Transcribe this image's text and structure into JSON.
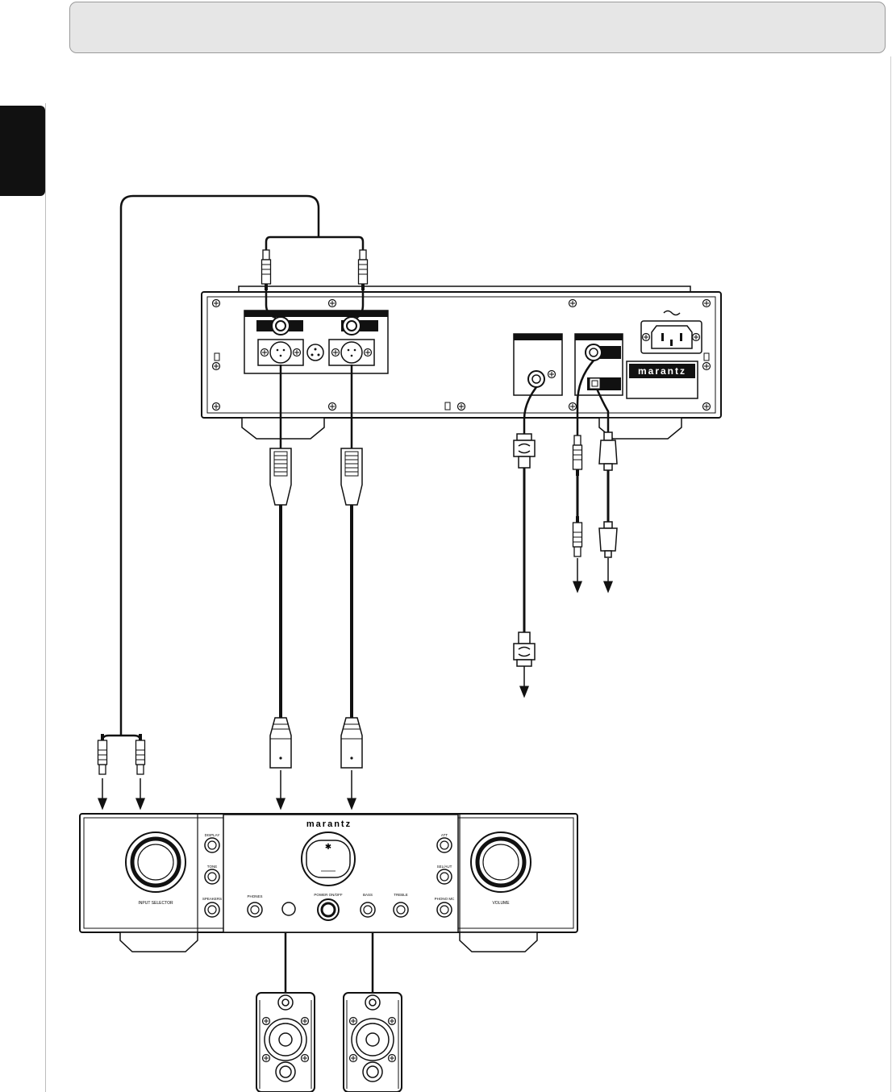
{
  "header": {
    "title": ""
  },
  "cd_player": {
    "brand": "marantz"
  },
  "amplifier": {
    "brand": "marantz",
    "labels": {
      "input_selector": "INPUT SELECTOR",
      "volume": "VOLUME",
      "display": "DISPLAY",
      "tone": "TONE",
      "speakers": "SPEAKERS",
      "phones": "PHONES",
      "power": "POWER ON/OFF",
      "bass": "BASS",
      "treble": "TREBLE",
      "att": "ATT",
      "sel_aut": "SEL/AUT",
      "phono_mc": "PHONO MC"
    }
  },
  "icons": [
    "ac-inlet-icon",
    "arrow-down-icon",
    "rca-plug-icon",
    "xlr-plug-icon",
    "bnc-plug-icon",
    "optical-plug-icon",
    "speaker-icon"
  ]
}
